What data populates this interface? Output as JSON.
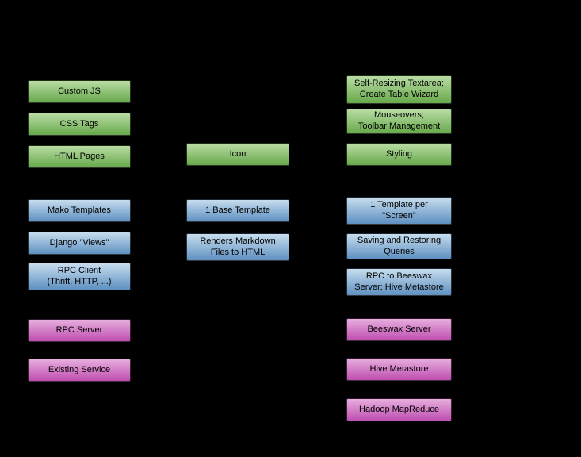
{
  "colors": {
    "green_top": "#b9dca4",
    "green_bottom": "#67a94b",
    "blue_top": "#c7ddee",
    "blue_bottom": "#5e90c1",
    "magenta_top": "#e7aedd",
    "magenta_bottom": "#bf4eb1",
    "background": "#000000",
    "box_text": "#000000"
  },
  "columns": [
    {
      "name": "left",
      "boxes": [
        {
          "label": "Custom JS",
          "color": "green"
        },
        {
          "label": "CSS Tags",
          "color": "green"
        },
        {
          "label": "HTML Pages",
          "color": "green"
        },
        {
          "label": "Mako Templates",
          "color": "blue"
        },
        {
          "label": "Django \"Views\"",
          "color": "blue"
        },
        {
          "label": "RPC Client\n(Thrift, HTTP, ...)",
          "color": "blue"
        },
        {
          "label": "RPC Server",
          "color": "magenta"
        },
        {
          "label": "Existing Service",
          "color": "magenta"
        }
      ]
    },
    {
      "name": "middle",
      "boxes": [
        {
          "label": "Icon",
          "color": "green"
        },
        {
          "label": "1 Base Template",
          "color": "blue"
        },
        {
          "label": "Renders Markdown\nFiles to HTML",
          "color": "blue"
        }
      ]
    },
    {
      "name": "right",
      "boxes": [
        {
          "label": "Self-Resizing Textarea;\nCreate Table Wizard",
          "color": "green"
        },
        {
          "label": "Mouseovers;\nToolbar Management",
          "color": "green"
        },
        {
          "label": "Styling",
          "color": "green"
        },
        {
          "label": "1 Template per\n\"Screen\"",
          "color": "blue"
        },
        {
          "label": "Saving and Restoring\nQueries",
          "color": "blue"
        },
        {
          "label": "RPC to Beeswax\nServer; Hive Metastore",
          "color": "blue"
        },
        {
          "label": "Beeswax Server",
          "color": "magenta"
        },
        {
          "label": "Hive Metastore",
          "color": "magenta"
        },
        {
          "label": "Hadoop MapReduce",
          "color": "magenta"
        }
      ]
    }
  ]
}
